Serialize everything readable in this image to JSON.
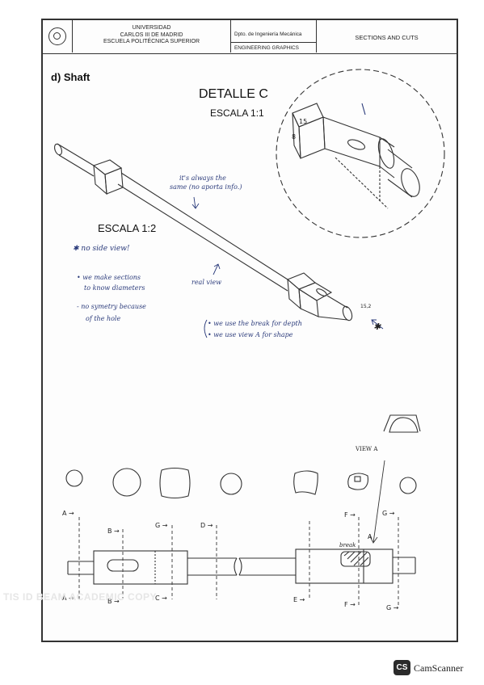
{
  "title_block": {
    "university_lines": [
      "UNIVERSIDAD",
      "CARLOS III DE MADRID",
      "ESCUELA POLITÉCNICA SUPERIOR"
    ],
    "department": "Dpto. de Ingeniería Mecánica",
    "subject": "ENGINEERING GRAPHICS",
    "title": "SECTIONS AND CUTS"
  },
  "section_title": "d) Shaft",
  "detail": {
    "title": "DETALLE C",
    "scale": "ESCALA 1:1"
  },
  "main_scale": "ESCALA 1:2",
  "dimension_marks": {
    "detail_15": "15",
    "detail_8": "8",
    "phi": "15,2"
  },
  "notes": {
    "always_same_1": "it's always the",
    "always_same_2": "same (no aporta info.)",
    "no_side_view": "✱ no side view!",
    "sections_1": "• we make sections",
    "sections_2": "to know diameters",
    "symmetry_1": "- no symetry because",
    "symmetry_2": "of the hole",
    "real_view": "real view",
    "break_depth": "• we use the break for depth",
    "view_a_shape": "• we use view A for shape",
    "star": "✱",
    "view_a": "VIEW A",
    "break": "break"
  },
  "cut_labels": {
    "a_top": "A →",
    "a_bot": "A →",
    "b_top": "B →",
    "b_bot": "B →",
    "c_bot": "C →",
    "d_top": "D →",
    "e_bot": "E →",
    "f_top": "F →",
    "f_bot": "F →",
    "g_top": "G →",
    "g_mid": "G →",
    "g_bot": "G →",
    "a_near_break": "A"
  },
  "watermark": "TIS ID BEAM ACADEMIC COPY",
  "scanner": {
    "badge": "CS",
    "name": "CamScanner"
  }
}
